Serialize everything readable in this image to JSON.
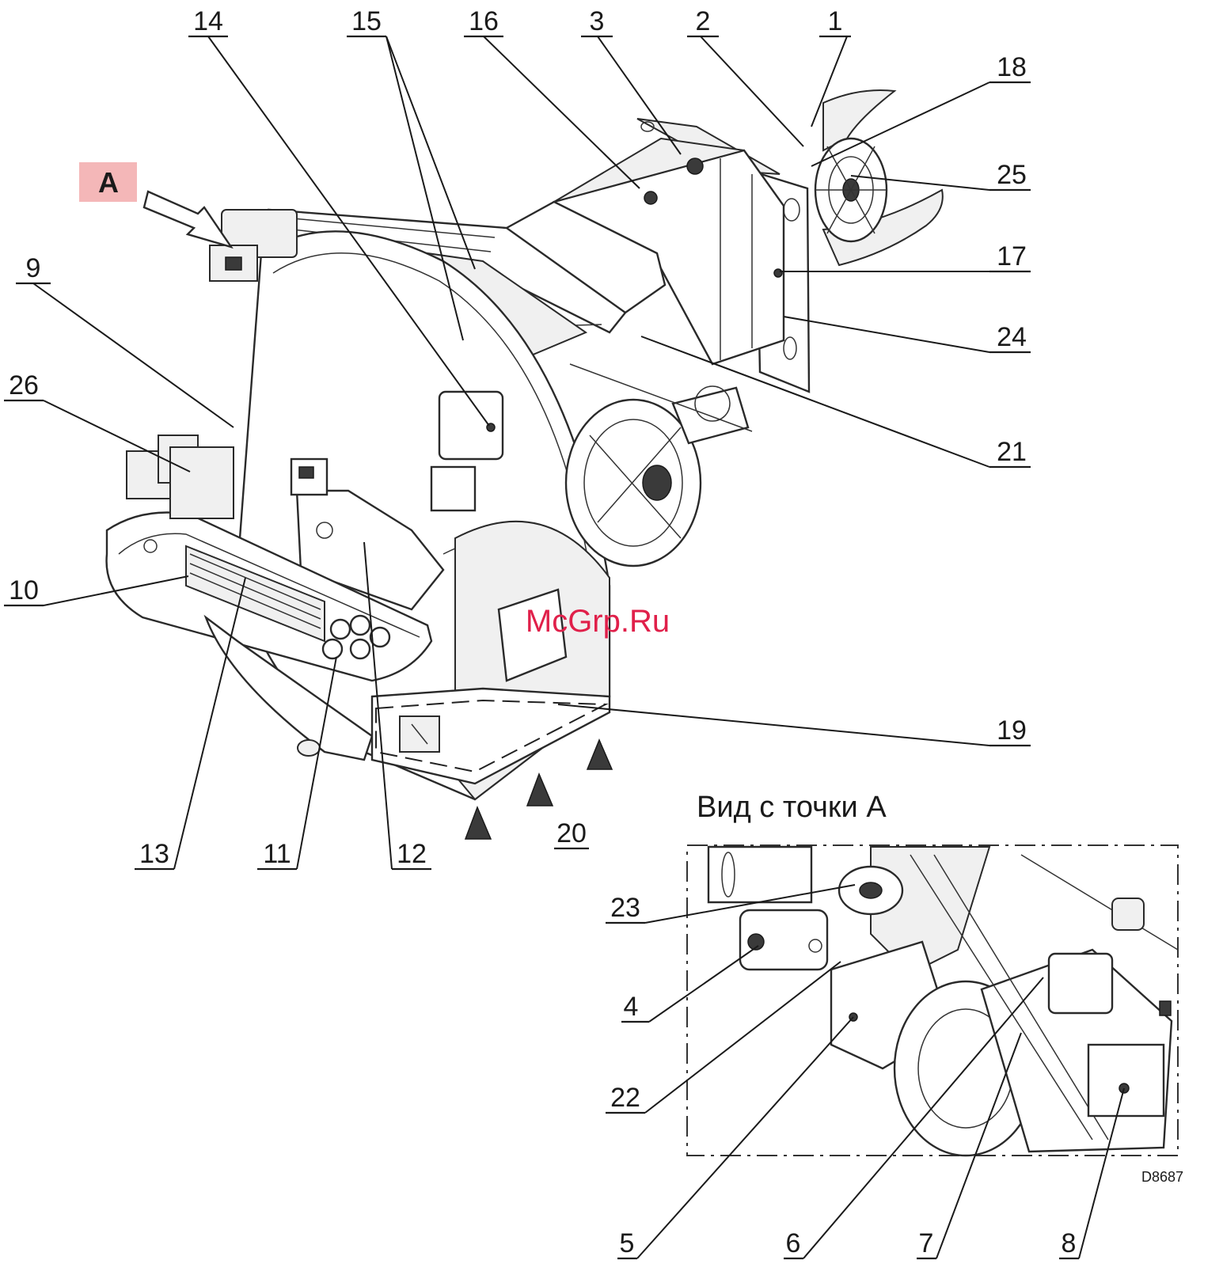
{
  "view_marker": {
    "label": "A",
    "color": "#f4b7b8"
  },
  "view_title": "Вид с точки A",
  "watermark": "McGrp.Ru",
  "drawing_code": "D8687",
  "callouts": {
    "c1": "1",
    "c2": "2",
    "c3": "3",
    "c4": "4",
    "c5": "5",
    "c6": "6",
    "c7": "7",
    "c8": "8",
    "c9": "9",
    "c10": "10",
    "c11": "11",
    "c12": "12",
    "c13": "13",
    "c14": "14",
    "c15": "15",
    "c16": "16",
    "c17": "17",
    "c18": "18",
    "c19": "19",
    "c20": "20",
    "c21": "21",
    "c22": "22",
    "c23": "23",
    "c24": "24",
    "c25": "25",
    "c26": "26"
  },
  "icons": {
    "direction_arrow": "arrow-right-down-icon",
    "triangle_marker": "triangle-marker-icon"
  }
}
